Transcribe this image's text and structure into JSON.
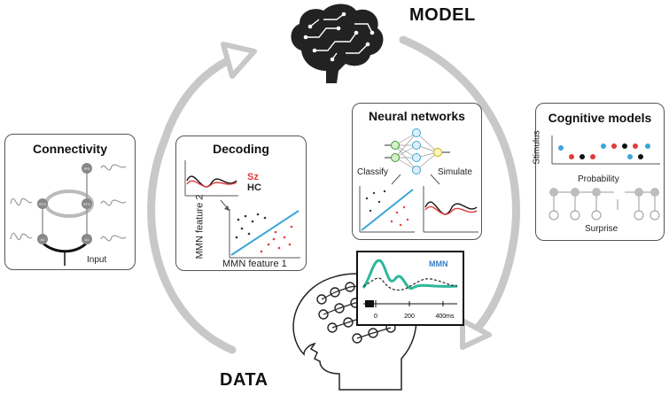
{
  "titles": {
    "model": "MODEL",
    "data": "DATA"
  },
  "connectivity": {
    "title": "Connectivity",
    "nodes": [
      "IPS",
      "STG",
      "STG",
      "A1",
      "A1"
    ],
    "input_label": "Input"
  },
  "decoding": {
    "title": "Decoding",
    "group_sz": "Sz",
    "group_hc": "HC",
    "axis_x": "MMN feature 1",
    "axis_y": "MMN feature 2"
  },
  "neural_networks": {
    "title": "Neural networks",
    "classify": "Classify",
    "simulate": "Simulate"
  },
  "cognitive_models": {
    "title": "Cognitive models",
    "stimulus": "Stimulus",
    "probability": "Probability",
    "surprise": "Surprise"
  },
  "erp": {
    "mmn_label": "MMN",
    "ticks": [
      "0",
      "200",
      "400ms"
    ]
  },
  "colors": {
    "arrow": "#c8c8c8",
    "sz": "#e23b3b",
    "hc": "#111111",
    "teal": "#2cb89a",
    "blue": "#3aa6d6",
    "grey_trace": "#8a8a8a"
  },
  "icons": [
    "brain-circuit-icon",
    "eeg-cap-head-icon",
    "neural-network-icon"
  ]
}
